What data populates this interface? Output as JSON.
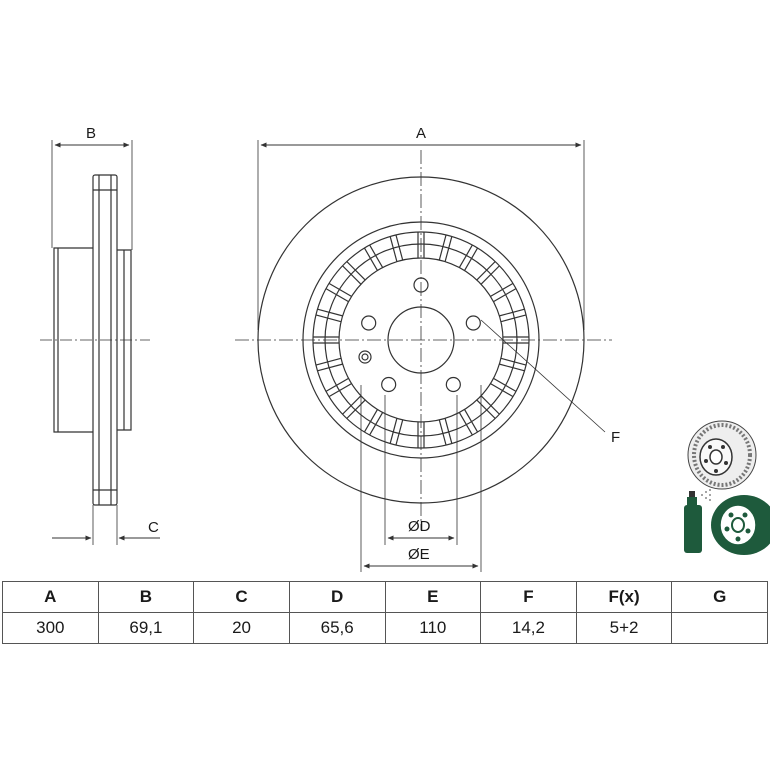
{
  "labels": {
    "A": "A",
    "B": "B",
    "C": "C",
    "F": "F",
    "D": "ØD",
    "E": "ØE"
  },
  "table": {
    "headers": [
      "A",
      "B",
      "C",
      "D",
      "E",
      "F",
      "F(x)",
      "G"
    ],
    "values": [
      "300",
      "69,1",
      "20",
      "65,6",
      "110",
      "14,2",
      "5+2",
      ""
    ]
  },
  "icons": [
    "disc-3d-thumbnail-icon",
    "spray-can-coated-disc-icon"
  ],
  "colors": {
    "line": "#333333",
    "accent": "#1e5a3c"
  }
}
